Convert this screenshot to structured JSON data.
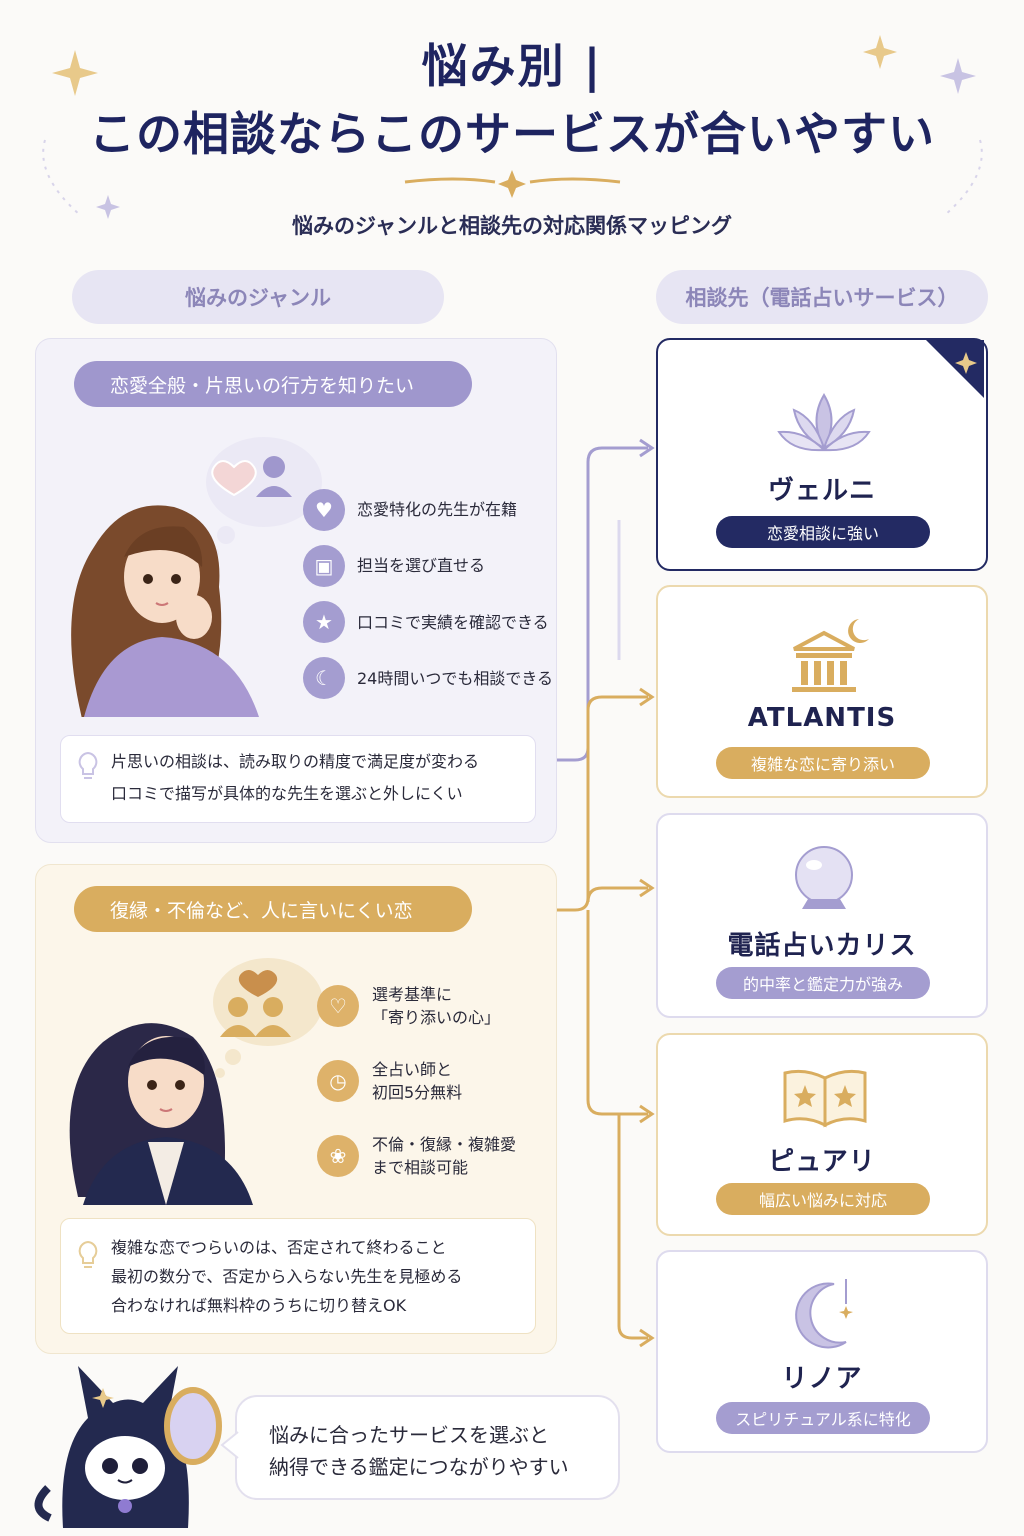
{
  "header": {
    "title_line1": "悩み別 |",
    "title_line2": "この相談ならこのサービスが合いやすい",
    "subtitle": "悩みのジャンルと相談先の対応関係マッピング"
  },
  "columns": {
    "left": "悩みのジャンル",
    "right": "相談先（電話占いサービス）"
  },
  "genres": [
    {
      "title": "恋愛全般・片思いの行方を知りたい",
      "features": [
        {
          "icon": "heart-icon",
          "text": "恋愛特化の先生が在籍"
        },
        {
          "icon": "chat-icon",
          "text": "担当を選び直せる"
        },
        {
          "icon": "star-icon",
          "text": "口コミで実績を確認できる"
        },
        {
          "icon": "moon-icon",
          "text": "24時間いつでも相談できる"
        }
      ],
      "note": [
        "片思いの相談は、読み取りの精度で満足度が変わる",
        "口コミで描写が具体的な先生を選ぶと外しにくい"
      ]
    },
    {
      "title": "復縁・不倫など、人に言いにくい恋",
      "features": [
        {
          "icon": "hand-heart-icon",
          "line1": "選考基準に",
          "line2": "「寄り添いの心」"
        },
        {
          "icon": "clock-icon",
          "line1": "全占い師と",
          "line2": "初回5分無料"
        },
        {
          "icon": "lotus-icon",
          "line1": "不倫・復縁・複雑愛",
          "line2": "まで相談可能"
        }
      ],
      "note": [
        "複雑な恋でつらいのは、否定されて終わること",
        "最初の数分で、否定から入らない先生を見極める",
        "合わなければ無料枠のうちに切り替えOK"
      ]
    }
  ],
  "services": [
    {
      "name": "ヴェルニ",
      "badge": "恋愛相談に強い",
      "icon": "lotus-icon",
      "style": "navy"
    },
    {
      "name": "ATLANTIS",
      "badge": "複雑な恋に寄り添い",
      "icon": "temple-icon",
      "style": "gold"
    },
    {
      "name": "電話占いカリス",
      "badge": "的中率と鑑定力が強み",
      "icon": "crystal-ball-icon",
      "style": "lavender"
    },
    {
      "name": "ピュアリ",
      "badge": "幅広い悩みに対応",
      "icon": "book-icon",
      "style": "gold"
    },
    {
      "name": "リノア",
      "badge": "スピリチュアル系に特化",
      "icon": "crescent-moon-icon",
      "style": "lavender"
    }
  ],
  "footer": {
    "bubble": [
      "悩みに合ったサービスを選ぶと",
      "納得できる鑑定につながりやすい"
    ]
  },
  "colors": {
    "navy": "#232a63",
    "lavender": "#a49dd0",
    "gold": "#d9ad5f"
  }
}
